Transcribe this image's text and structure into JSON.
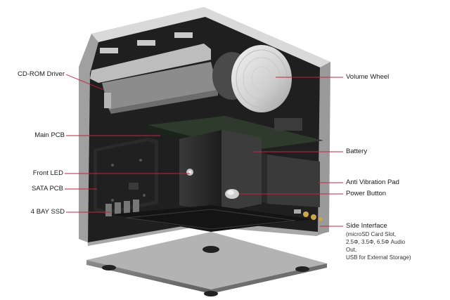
{
  "labels": {
    "cdrom": "CD-ROM Driver",
    "main_pcb": "Main PCB",
    "front_led": "Front LED",
    "sata_pcb": "SATA PCB",
    "bay_ssd": "4 BAY SSD",
    "volume_wheel": "Volume Wheel",
    "battery": "Battery",
    "anti_vibration": "Anti Vibration Pad",
    "power_button": "Power Button",
    "side_interface": "Side Interface",
    "side_interface_detail_1": "(microSD Card Slot,",
    "side_interface_detail_2": "2.5Φ, 3.5Φ, 6.5Φ Audio",
    "side_interface_detail_3": "Out,",
    "side_interface_detail_4": "USB for External Storage)"
  },
  "colors": {
    "leader_line": "#c0243c",
    "shell": "#b9b9b9",
    "interior": "#1e1e1e"
  }
}
